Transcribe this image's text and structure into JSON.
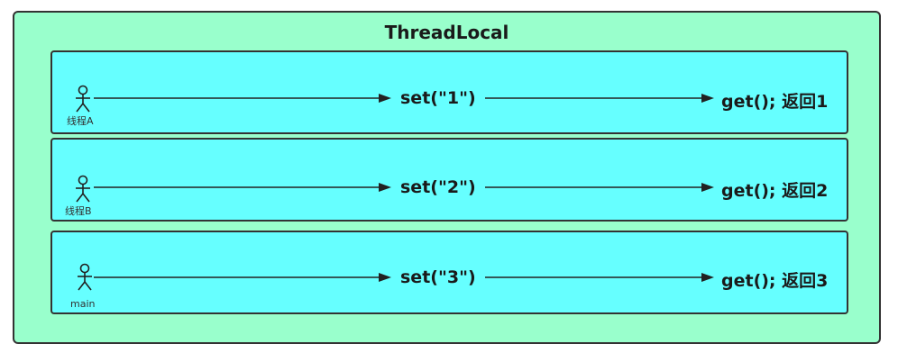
{
  "diagram": {
    "title": "ThreadLocal",
    "lanes": [
      {
        "actor": "线程A",
        "set_label": "set(\"1\")",
        "get_label": "get(); 返回1"
      },
      {
        "actor": "线程B",
        "set_label": "set(\"2\")",
        "get_label": "get(); 返回2"
      },
      {
        "actor": "main",
        "set_label": "set(\"3\")",
        "get_label": "get(); 返回3"
      }
    ]
  },
  "colors": {
    "outer_fill": "#99ffcc",
    "lane_fill": "#66ffff",
    "stroke": "#333333"
  }
}
